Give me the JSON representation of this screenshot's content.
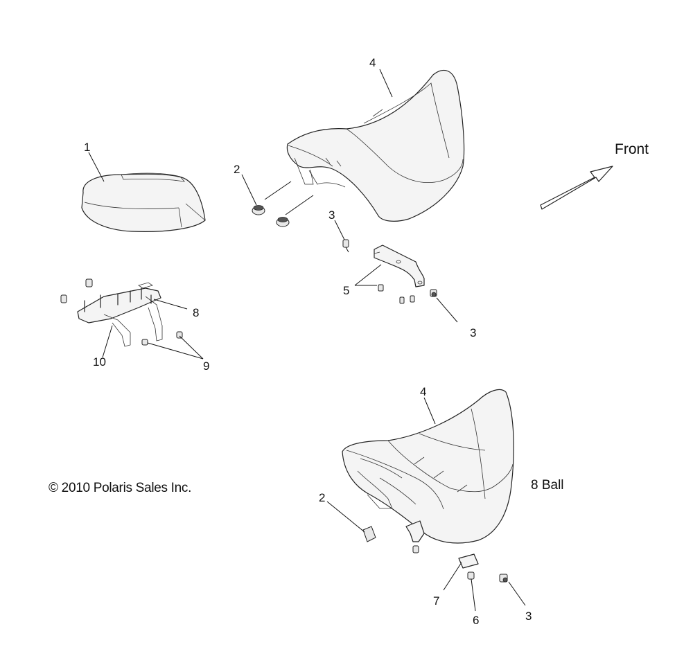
{
  "diagram": {
    "front_label": "Front",
    "variant_label": "8 Ball",
    "copyright": "© 2010 Polaris Sales Inc.",
    "callouts": [
      "1",
      "2",
      "3",
      "4",
      "5",
      "3",
      "8",
      "10",
      "9",
      "4",
      "2",
      "7",
      "6",
      "3"
    ]
  }
}
